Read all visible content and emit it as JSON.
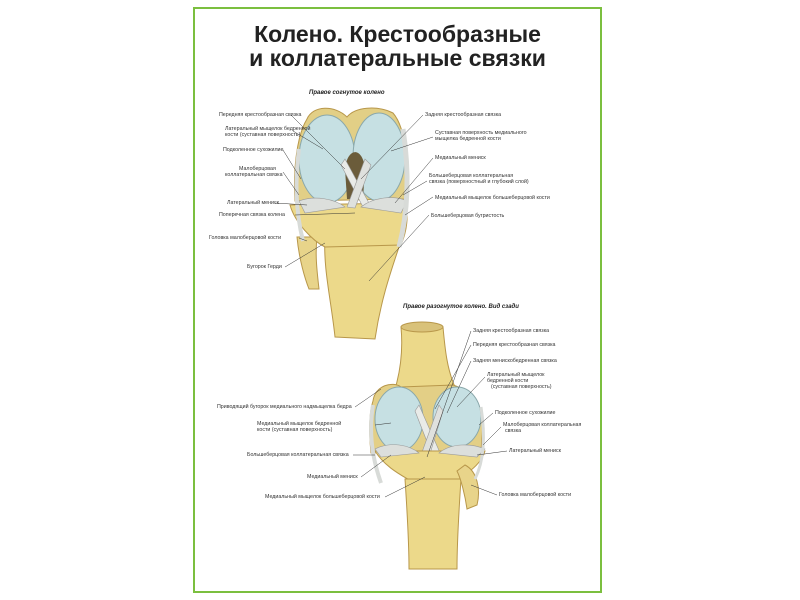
{
  "poster": {
    "title_line1": "Колено. Крестообразные",
    "title_line2": "и коллатеральные связки",
    "border_color": "#7bbf3f"
  },
  "top_figure": {
    "heading": "Правое согнутое колено",
    "labels_left": [
      "Передняя крестообразная связка",
      "Латеральный мыщелок бедренной",
      "кости (суставная поверхность)",
      "Подколенное сухожилие",
      "Малоберцовая",
      "коллатеральная связка",
      "Латеральный мениск",
      "Поперечная связка колена",
      "Головка малоберцовой кости",
      "Бугорок Герди"
    ],
    "labels_right": [
      "Задняя крестообразная связка",
      "Суставная поверхность медиального",
      "мыщелка бедренной кости",
      "Медиальный мениск",
      "Большеберцовая коллатеральная",
      "связка (поверхностный и глубокий слой)",
      "Медиальный мыщелок большеберцовой кости",
      "Большеберцовая бугристость"
    ]
  },
  "bottom_figure": {
    "heading": "Правое разогнутое колено. Вид сзади",
    "labels_left": [
      "Приводящий бугорок медиального надмыщелка бедра",
      "Медиальный мыщелок бедренной",
      "кости (суставная поверхность)",
      "Большеберцовая коллатеральная связка",
      "Медиальный мениск",
      "Медиальный мыщелок большеберцовой кости"
    ],
    "labels_right": [
      "Задняя крестообразная связка",
      "Передняя крестообразная связка",
      "Задняя менискобедренная связка",
      "Латеральный мыщелок",
      "бедренной кости",
      "(суставная поверхность)",
      "Подколенное сухожилие",
      "Малоберцовая коллатеральная",
      "связка",
      "Латеральный мениск",
      "Головка малоберцовой кости"
    ]
  },
  "colors": {
    "bone": "#ecd98a",
    "bone_shadow": "#c9a955",
    "cartilage": "#c8e1e4",
    "ligament": "#e4e6e3",
    "line": "#333333"
  }
}
